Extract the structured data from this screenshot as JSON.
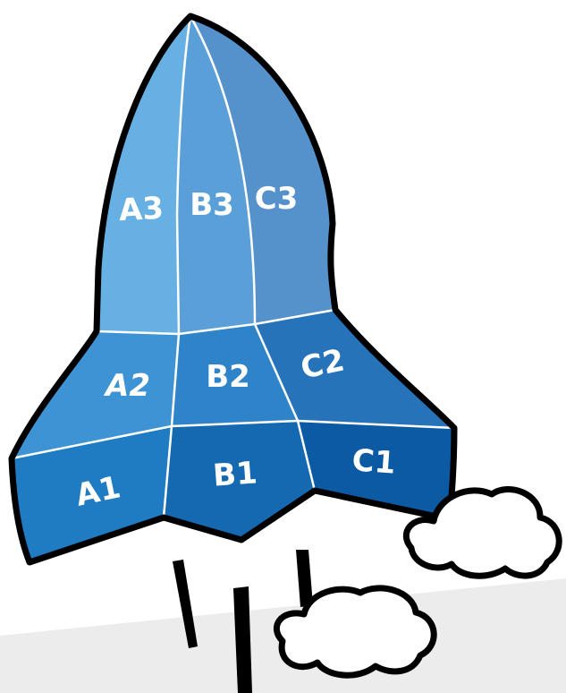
{
  "diagram": {
    "cells": [
      {
        "id": "A1",
        "label": "A1",
        "color": "#1f7bc2"
      },
      {
        "id": "B1",
        "label": "B1",
        "color": "#1469b1"
      },
      {
        "id": "C1",
        "label": "C1",
        "color": "#0b5aa3"
      },
      {
        "id": "A2",
        "label": "A2",
        "color": "#3d93d4"
      },
      {
        "id": "B2",
        "label": "B2",
        "color": "#2f83c8"
      },
      {
        "id": "C2",
        "label": "C2",
        "color": "#2673ba"
      },
      {
        "id": "A3",
        "label": "A3",
        "color": "#66b0e4"
      },
      {
        "id": "B3",
        "label": "B3",
        "color": "#5a9fd8"
      },
      {
        "id": "C3",
        "label": "C3",
        "color": "#5592cc"
      }
    ],
    "colors": {
      "outline": "#000000",
      "grid_lines": "#ffffff",
      "floor": "#ececec",
      "cloud_fill": "#ffffff"
    }
  }
}
